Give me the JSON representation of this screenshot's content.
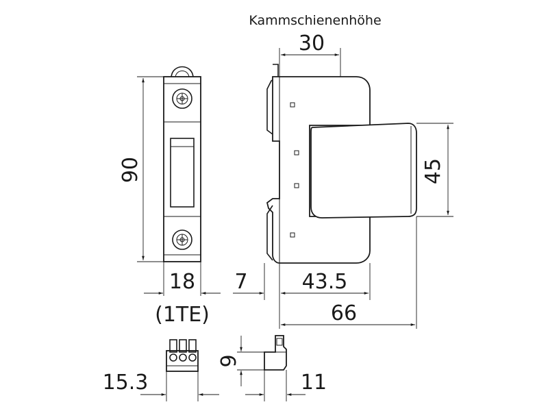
{
  "labels": {
    "comb_bar_height": "Kammschienenhöhe",
    "dim_30": "30",
    "dim_90": "90",
    "dim_45": "45",
    "dim_18": "18",
    "dim_1te": "(1TE)",
    "dim_7": "7",
    "dim_43_5": "43.5",
    "dim_66": "66",
    "dim_9": "9",
    "dim_15_3": "15.3",
    "dim_11": "11"
  },
  "colors": {
    "line": "#1a1a1a",
    "background": "#ffffff"
  }
}
